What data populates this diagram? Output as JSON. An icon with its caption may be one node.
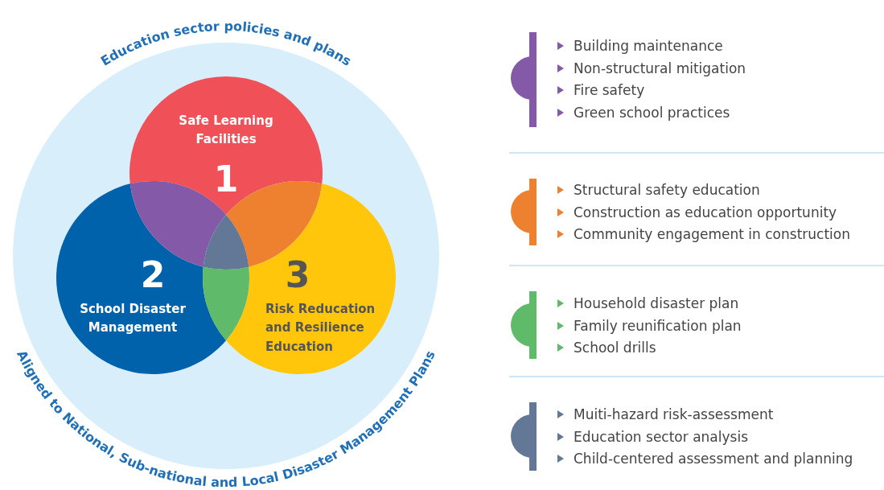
{
  "diagram": {
    "nodes": [
      {
        "text": [
          "Education sector policies and plans",
          "Aligned to National, Sub-national and Local Disaster Management Plans"
        ]
      },
      {
        "text": [
          "Safe Learning Facilities",
          "1"
        ],
        "in": 0
      },
      {
        "text": [
          "2",
          "School Disaster Management"
        ],
        "in": 0
      },
      {
        "text": [
          "3",
          "Risk Reducation and Resilience Education"
        ],
        "in": 0
      }
    ],
    "edges": [],
    "labels": [
      "Building maintenance",
      "Non-structural mitigation",
      "Fire safety",
      "Green school practices",
      "Structural safety education",
      "Construction as education opportunity",
      "Community engagement in construction",
      "Household disaster plan",
      "Family reunification plan",
      "School drills",
      "Muiti-hazard risk-assessment",
      "Education sector analysis",
      "Child-centered assessment and planning"
    ]
  }
}
